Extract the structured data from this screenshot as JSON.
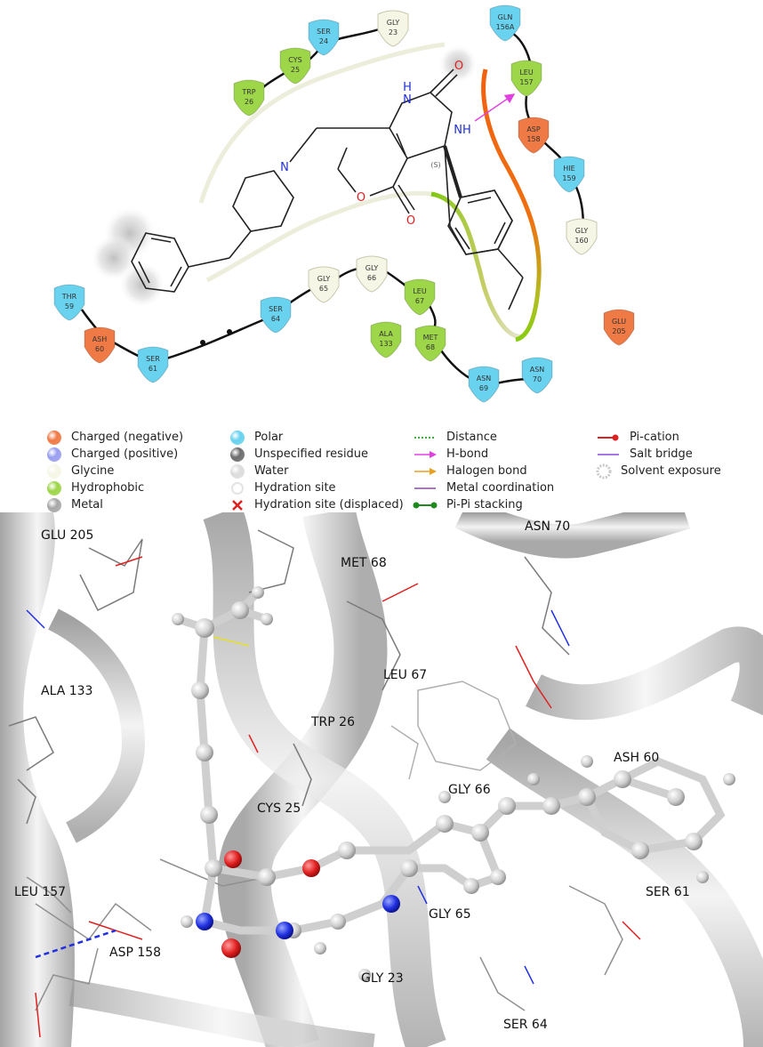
{
  "residues": [
    {
      "id": "gln156a",
      "l1": "GLN",
      "l2": "156A",
      "type": "polar"
    },
    {
      "id": "gly23",
      "l1": "GLY",
      "l2": "23",
      "type": "glycine"
    },
    {
      "id": "ser24",
      "l1": "SER",
      "l2": "24",
      "type": "polar"
    },
    {
      "id": "cys25",
      "l1": "CYS",
      "l2": "25",
      "type": "hydrophobic"
    },
    {
      "id": "trp26",
      "l1": "TRP",
      "l2": "26",
      "type": "hydrophobic"
    },
    {
      "id": "leu157",
      "l1": "LEU",
      "l2": "157",
      "type": "hydrophobic"
    },
    {
      "id": "asp158",
      "l1": "ASP",
      "l2": "158",
      "type": "negative"
    },
    {
      "id": "hie159",
      "l1": "HIE",
      "l2": "159",
      "type": "polar"
    },
    {
      "id": "gly160",
      "l1": "GLY",
      "l2": "160",
      "type": "glycine"
    },
    {
      "id": "thr59",
      "l1": "THR",
      "l2": "59",
      "type": "polar"
    },
    {
      "id": "ash60",
      "l1": "ASH",
      "l2": "60",
      "type": "negative"
    },
    {
      "id": "ser61",
      "l1": "SER",
      "l2": "61",
      "type": "polar"
    },
    {
      "id": "ser64",
      "l1": "SER",
      "l2": "64",
      "type": "polar"
    },
    {
      "id": "gly65",
      "l1": "GLY",
      "l2": "65",
      "type": "glycine"
    },
    {
      "id": "gly66",
      "l1": "GLY",
      "l2": "66",
      "type": "glycine"
    },
    {
      "id": "leu67",
      "l1": "LEU",
      "l2": "67",
      "type": "hydrophobic"
    },
    {
      "id": "ala133",
      "l1": "ALA",
      "l2": "133",
      "type": "hydrophobic"
    },
    {
      "id": "met68",
      "l1": "MET",
      "l2": "68",
      "type": "hydrophobic"
    },
    {
      "id": "asn69",
      "l1": "ASN",
      "l2": "69",
      "type": "polar"
    },
    {
      "id": "asn70",
      "l1": "ASN",
      "l2": "70",
      "type": "polar"
    },
    {
      "id": "glu205",
      "l1": "GLU",
      "l2": "205",
      "type": "negative"
    }
  ],
  "ligand_atoms": {
    "n_pip": "N",
    "o_carbonyl_ring": "O",
    "o_ester_keto": "O",
    "o_ester": "O",
    "nh1": "H",
    "nh1_n": "N",
    "nh2": "NH",
    "stereo": "(S)"
  },
  "colors": {
    "negative": "#f07a45",
    "positive": "#9a9ef0",
    "glycine": "#f6f6e6",
    "hydrophobic": "#9ed64a",
    "metal": "#a8a8a8",
    "polar": "#68d2ef",
    "unspecified": "#6e6e6e",
    "water": "#dcdcdc",
    "hbond": "#e040e0",
    "distance": "#2db52d",
    "halogen": "#e8a020",
    "metal_coord": "#8a4f9e",
    "pipi": "#1e8a1e",
    "pication": "#e02020",
    "saltbridge": "#8a4ad8",
    "exposure": "#c8c8c8"
  },
  "legend": {
    "col1": [
      {
        "id": "charged-negative",
        "label": "Charged (negative)",
        "sym": "negative"
      },
      {
        "id": "charged-positive",
        "label": "Charged (positive)",
        "sym": "positive"
      },
      {
        "id": "glycine",
        "label": "Glycine",
        "sym": "glycine"
      },
      {
        "id": "hydrophobic",
        "label": "Hydrophobic",
        "sym": "hydrophobic"
      },
      {
        "id": "metal",
        "label": "Metal",
        "sym": "metal"
      }
    ],
    "col2": [
      {
        "id": "polar",
        "label": "Polar",
        "sym": "polar"
      },
      {
        "id": "unspecified-residue",
        "label": "Unspecified residue",
        "sym": "unspecified"
      },
      {
        "id": "water",
        "label": "Water",
        "sym": "water"
      },
      {
        "id": "hydration-site",
        "label": "Hydration site",
        "sym": "hydration"
      },
      {
        "id": "hydration-site-displaced",
        "label": "Hydration site (displaced)",
        "sym": "displaced"
      }
    ],
    "col3": [
      {
        "id": "distance",
        "label": "Distance",
        "sym": "distance"
      },
      {
        "id": "h-bond",
        "label": "H-bond",
        "sym": "hbond"
      },
      {
        "id": "halogen-bond",
        "label": "Halogen bond",
        "sym": "halogen"
      },
      {
        "id": "metal-coordination",
        "label": "Metal coordination",
        "sym": "metalcoord"
      },
      {
        "id": "pi-pi-stacking",
        "label": "Pi-Pi stacking",
        "sym": "pipi"
      }
    ],
    "col4": [
      {
        "id": "pi-cation",
        "label": "Pi-cation",
        "sym": "pication"
      },
      {
        "id": "salt-bridge",
        "label": "Salt bridge",
        "sym": "saltbridge"
      },
      {
        "id": "solvent-exposure",
        "label": "Solvent exposure",
        "sym": "exposure"
      }
    ]
  },
  "structure_labels": [
    {
      "id": "glu-205",
      "text": "GLU 205"
    },
    {
      "id": "asn-70",
      "text": "ASN 70"
    },
    {
      "id": "met-68",
      "text": "MET 68"
    },
    {
      "id": "ala-133",
      "text": "ALA 133"
    },
    {
      "id": "leu-67",
      "text": "LEU 67"
    },
    {
      "id": "trp-26",
      "text": "TRP 26"
    },
    {
      "id": "ash-60",
      "text": "ASH 60"
    },
    {
      "id": "gly-66",
      "text": "GLY 66"
    },
    {
      "id": "cys-25",
      "text": "CYS 25"
    },
    {
      "id": "leu-157",
      "text": "LEU 157"
    },
    {
      "id": "ser-61",
      "text": "SER 61"
    },
    {
      "id": "gly-65",
      "text": "GLY 65"
    },
    {
      "id": "asp-158",
      "text": "ASP 158"
    },
    {
      "id": "gly-23",
      "text": "GLY 23"
    },
    {
      "id": "ser-64",
      "text": "SER 64"
    }
  ]
}
